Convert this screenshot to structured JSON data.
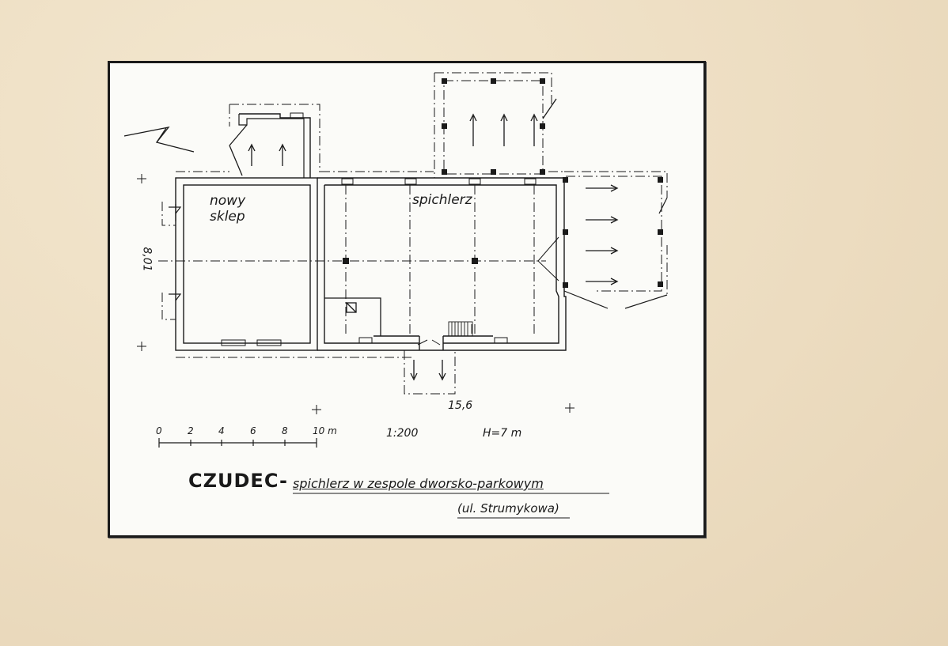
{
  "title": {
    "main": "CZUDEC-",
    "subtitle": "spichlerz w zespole dworsko-parkowym",
    "street": "(ul. Strumykowa)"
  },
  "rooms": {
    "shop": [
      "nowy",
      "sklep"
    ],
    "granary": "spichlerz"
  },
  "dimensions": {
    "length": "15,6",
    "width": "8,01"
  },
  "scale": {
    "ticks": [
      "0",
      "2",
      "4",
      "6",
      "8",
      "10 m"
    ],
    "ratio": "1:200",
    "height": "H=7 m"
  }
}
